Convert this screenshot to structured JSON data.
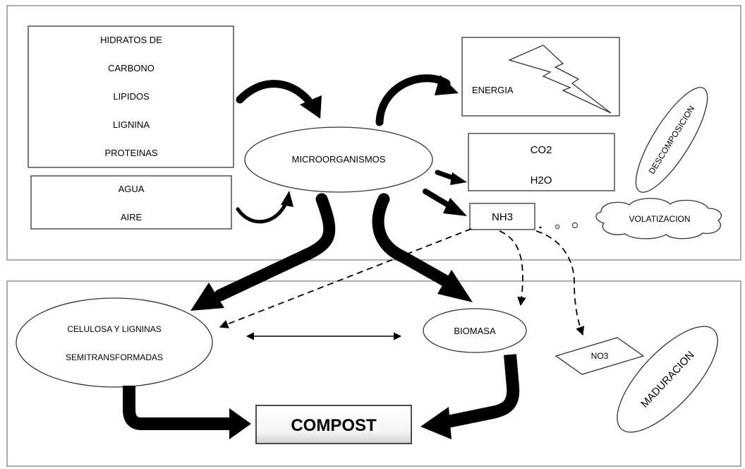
{
  "inputs_box": {
    "lines": [
      "HIDRATOS DE",
      "CARBONO",
      "LIPIDOS",
      "LIGNINA",
      "PROTEINAS"
    ]
  },
  "water_air_box": {
    "lines": [
      "AGUA",
      "AIRE"
    ]
  },
  "microorganisms": "MICROORGANISMOS",
  "energy": "ENERGIA",
  "gases_box": {
    "lines": [
      "CO2",
      "H2O"
    ]
  },
  "ammonia": "NH3",
  "volatilization": "VOLATIZACION",
  "decomposition": "DESCOMPOSICION",
  "cellulose": {
    "lines": [
      "CELULOSA Y LIGNINAS",
      "SEMITRANSFORMADAS"
    ]
  },
  "biomass": "BIOMASA",
  "nitrate": "NO3",
  "maturation": "MADURACION",
  "compost": "COMPOST"
}
